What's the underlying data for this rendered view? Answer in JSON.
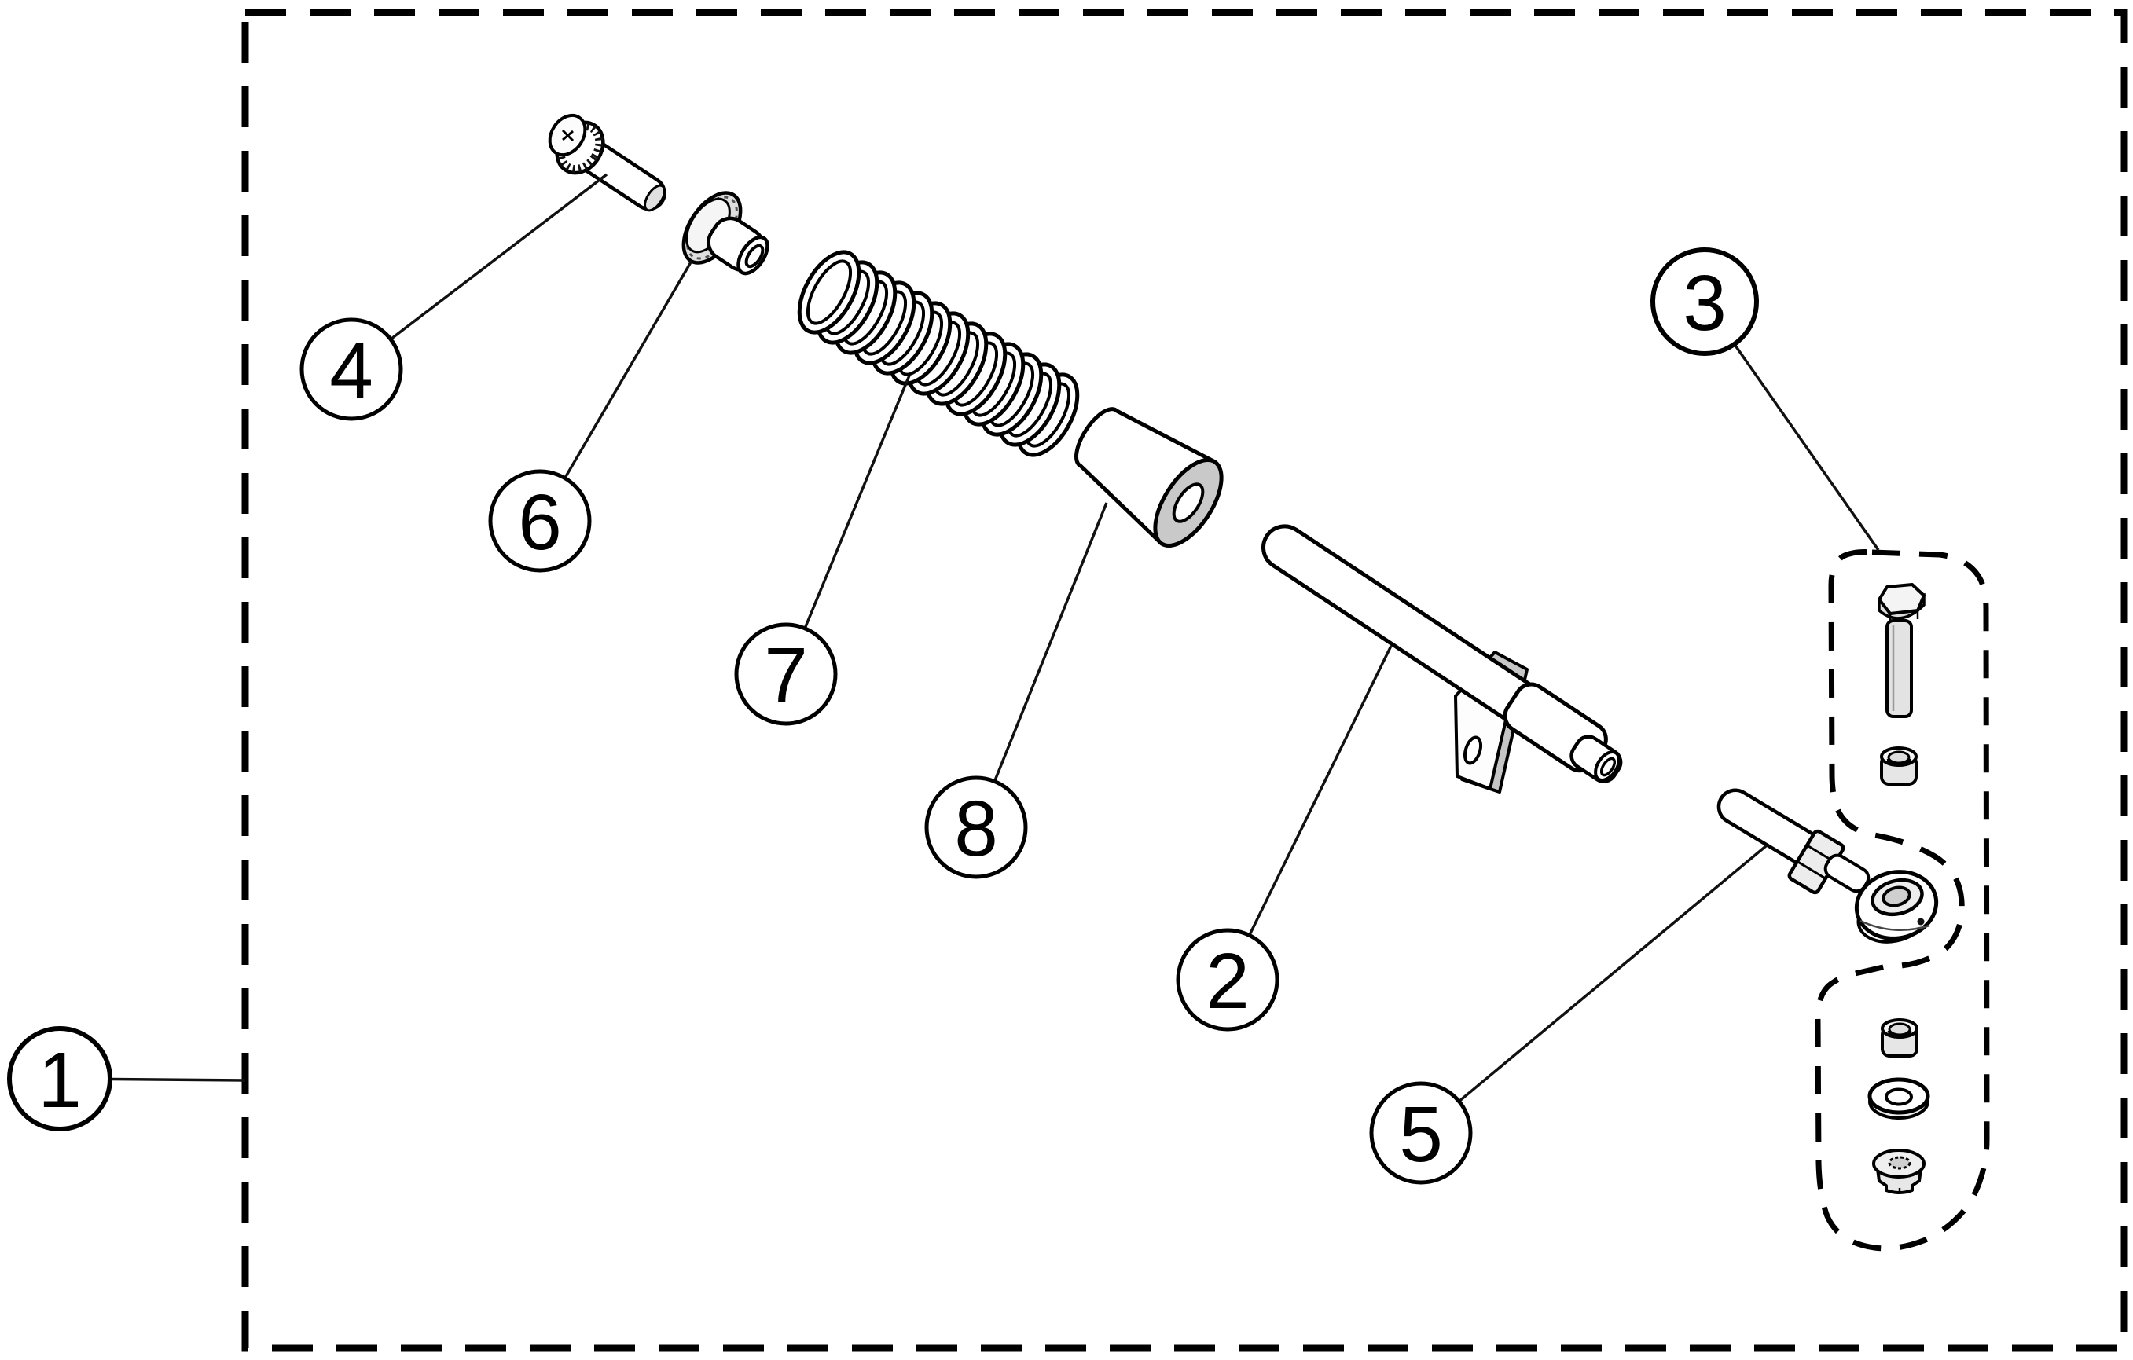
{
  "diagram": {
    "type": "exploded-parts-diagram",
    "colors": {
      "background": "#ffffff",
      "line": "#000000",
      "shade_light": "#ececec",
      "shade_mid": "#c9c9c9",
      "shade_dark": "#bdbdbd"
    },
    "callouts": [
      {
        "label": "1",
        "part": "assembly-boundary"
      },
      {
        "label": "2",
        "part": "rod-with-bracket"
      },
      {
        "label": "3",
        "part": "mounting-hardware-group"
      },
      {
        "label": "4",
        "part": "serrated-flange-bolt"
      },
      {
        "label": "5",
        "part": "tie-rod-end"
      },
      {
        "label": "6",
        "part": "flanged-bushing"
      },
      {
        "label": "7",
        "part": "compression-spring"
      },
      {
        "label": "8",
        "part": "tapered-spacer"
      }
    ]
  }
}
